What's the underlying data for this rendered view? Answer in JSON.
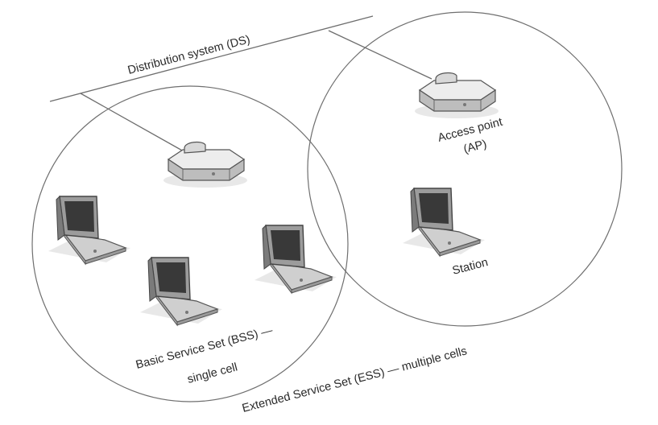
{
  "diagram": {
    "ds_label": "Distribution system (DS)",
    "ap_label_line1": "Access point",
    "ap_label_line2": "(AP)",
    "station_label": "Station",
    "bss_label_line1": "Basic Service Set (BSS) —",
    "bss_label_line2": "single cell",
    "ess_label": "Extended Service Set (ESS) — multiple cells"
  },
  "colors": {
    "line": "#6d6d6d",
    "device_light": "#f2f2f2",
    "device_mid": "#cfcfcf",
    "device_dark": "#8a8a8a",
    "screen": "#3b3b3b",
    "shadow": "#d9d9d9"
  }
}
